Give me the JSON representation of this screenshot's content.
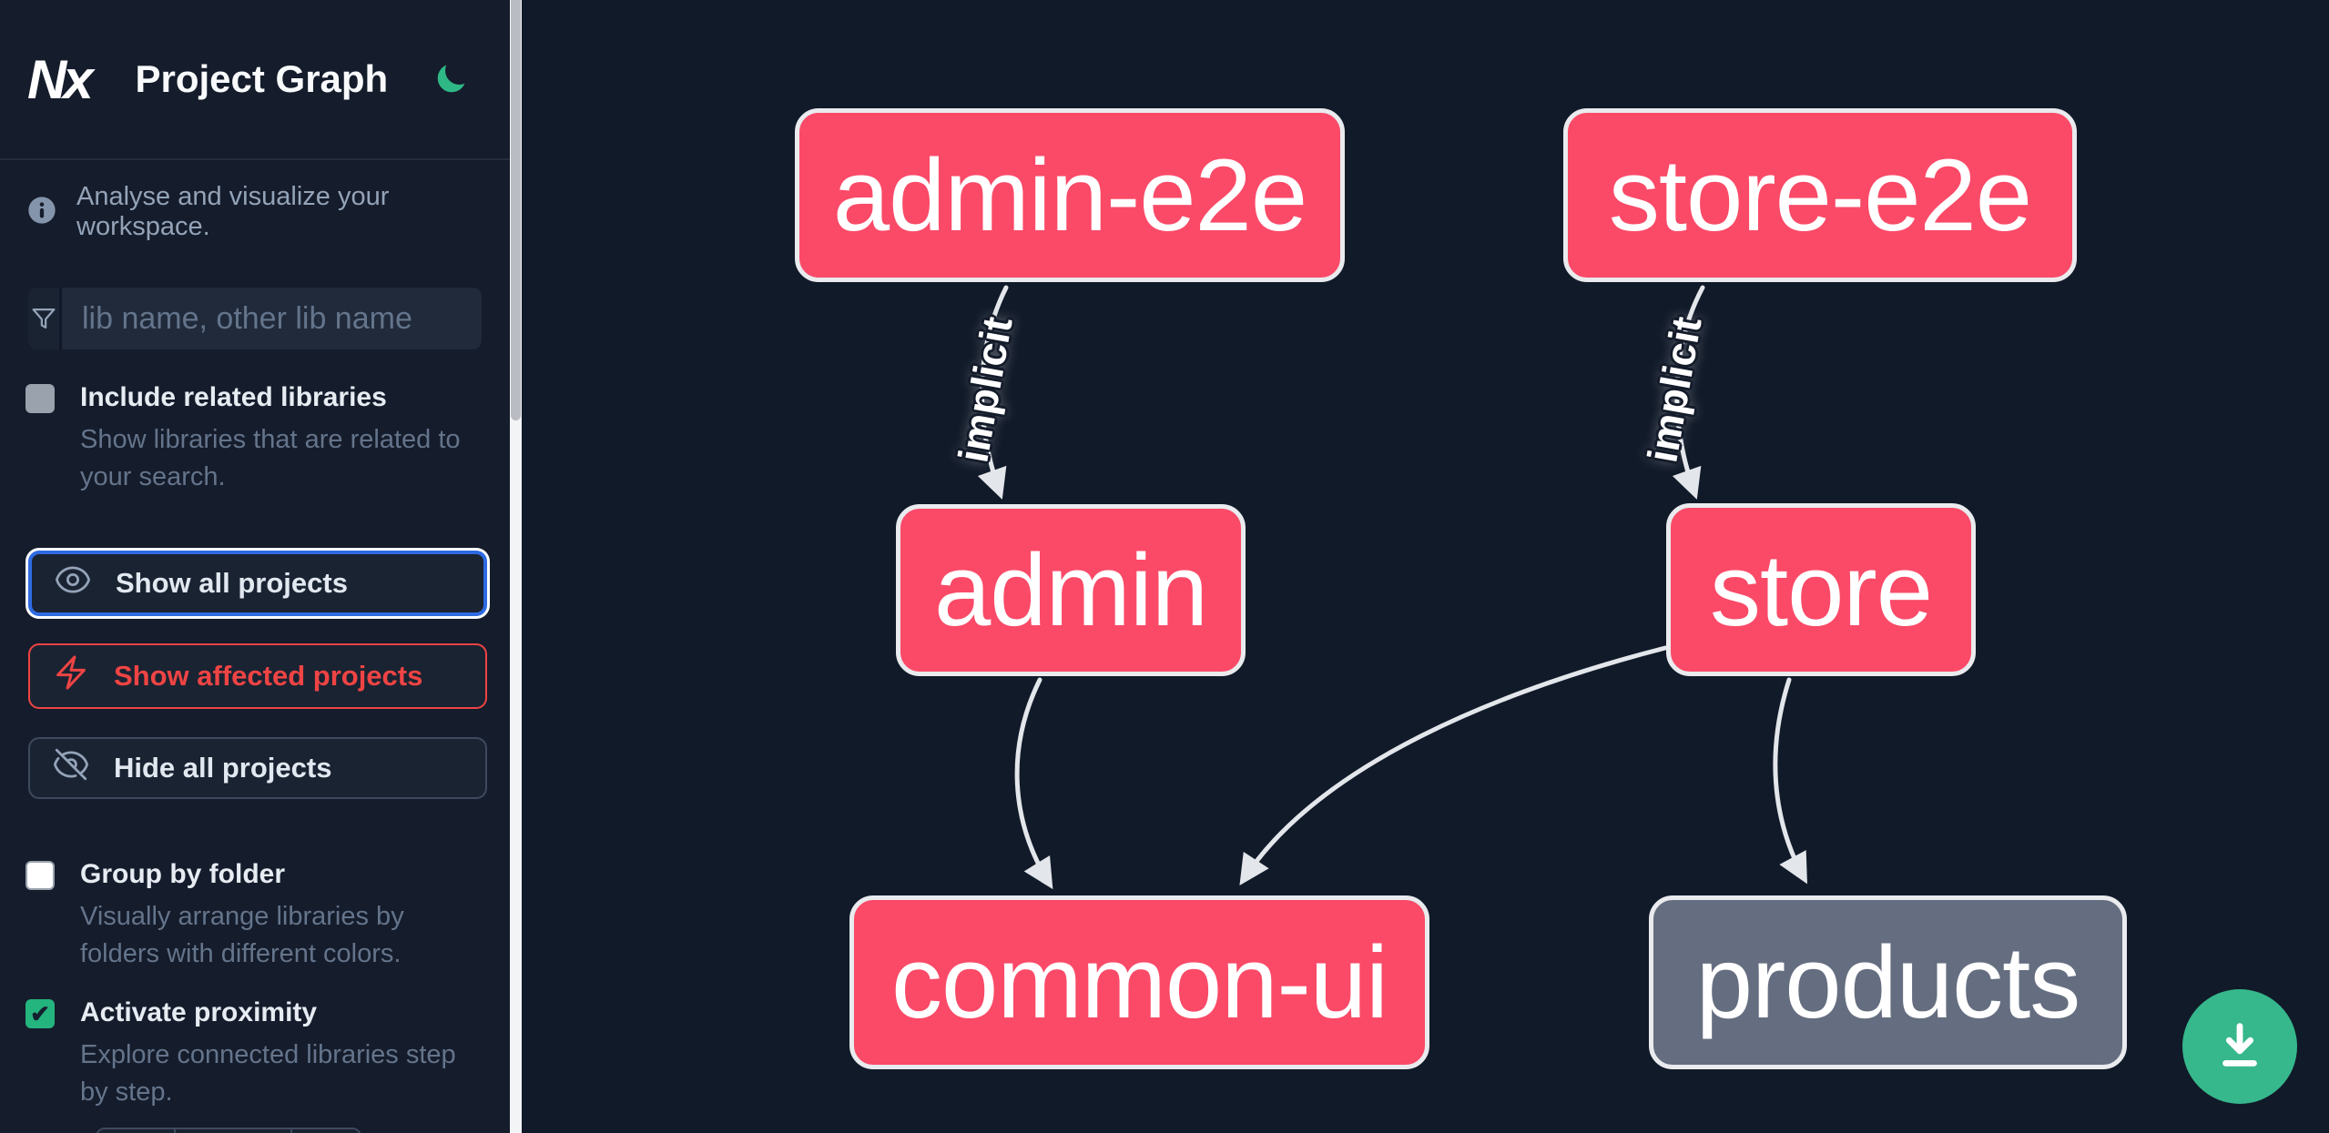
{
  "app": {
    "logo_text": "Nx",
    "title": "Project Graph"
  },
  "sidebar": {
    "tagline": "Analyse and visualize your workspace.",
    "filter": {
      "placeholder": "lib name, other lib name"
    },
    "options": [
      {
        "label": "Include related libraries",
        "description": "Show libraries that are related to your search.",
        "checked": false,
        "disabled": true
      },
      {
        "label": "Group by folder",
        "description": "Visually arrange libraries by folders with different colors.",
        "checked": false,
        "disabled": false
      },
      {
        "label": "Activate proximity",
        "description": "Explore connected libraries step by step.",
        "checked": true,
        "disabled": false
      }
    ],
    "checkmark": "✔",
    "actions": [
      {
        "label": "Show all projects",
        "icon": "eye-icon",
        "state": "focused"
      },
      {
        "label": "Show affected projects",
        "icon": "bolt-icon",
        "state": "danger"
      },
      {
        "label": "Hide all projects",
        "icon": "eye-slash-icon",
        "state": "default"
      }
    ]
  },
  "graph": {
    "nodes": [
      {
        "id": "admin-e2e",
        "label": "admin-e2e",
        "color": "pink"
      },
      {
        "id": "store-e2e",
        "label": "store-e2e",
        "color": "pink"
      },
      {
        "id": "admin",
        "label": "admin",
        "color": "pink"
      },
      {
        "id": "store",
        "label": "store",
        "color": "pink"
      },
      {
        "id": "common-ui",
        "label": "common-ui",
        "color": "pink"
      },
      {
        "id": "products",
        "label": "products",
        "color": "gray"
      }
    ],
    "edges": [
      {
        "from": "admin-e2e",
        "to": "admin",
        "label": "implicit"
      },
      {
        "from": "store-e2e",
        "to": "store",
        "label": "implicit"
      },
      {
        "from": "admin",
        "to": "common-ui",
        "label": ""
      },
      {
        "from": "store",
        "to": "common-ui",
        "label": ""
      },
      {
        "from": "store",
        "to": "products",
        "label": ""
      }
    ]
  },
  "fab": {
    "icon": "download-icon"
  },
  "colors": {
    "sidebar_bg": "#151c2b",
    "canvas_bg": "#111a29",
    "node_pink": "#fa4a68",
    "node_gray": "#656e80",
    "node_border": "#e9ebee",
    "edge": "#e3e6ea",
    "accent_green": "#36b78c",
    "accent_blue": "#2e6be2",
    "accent_red": "#ef4444"
  }
}
